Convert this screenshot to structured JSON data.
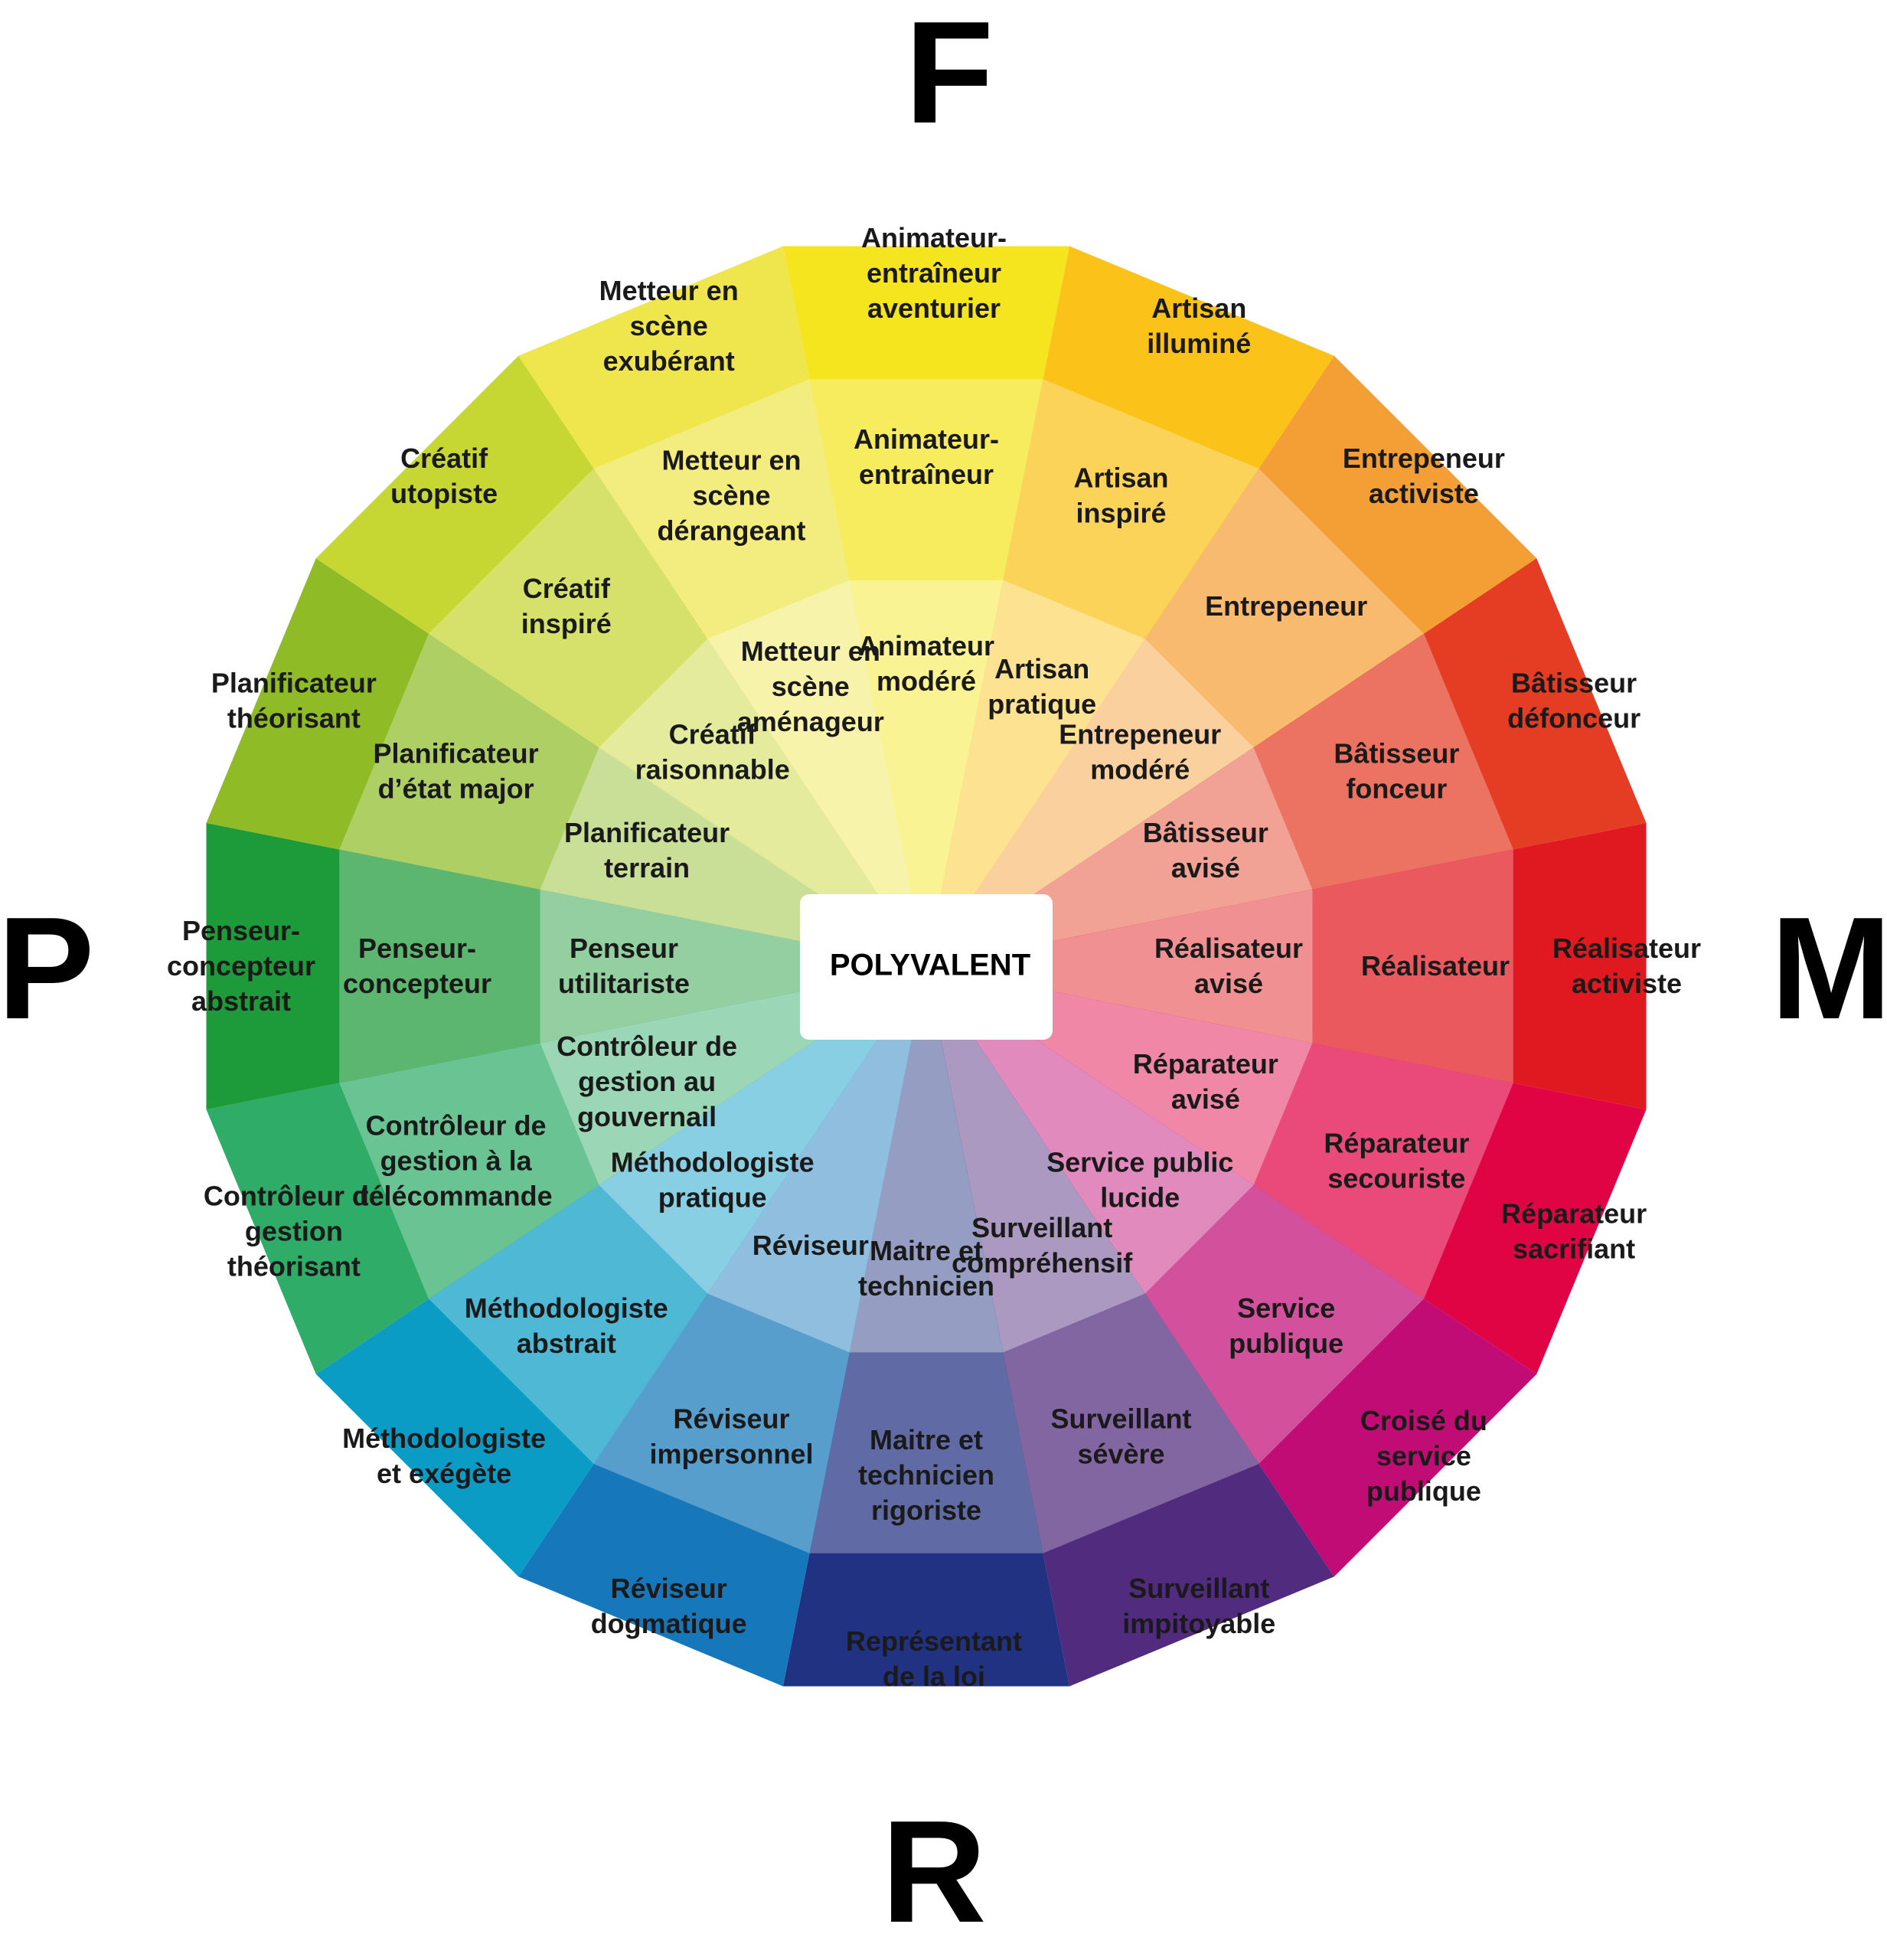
{
  "axes": {
    "top": "F",
    "right": "M",
    "bottom": "R",
    "left": "P"
  },
  "center": "POLYVALENT",
  "outer_colors": [
    "#f4e51e",
    "#fbc219",
    "#f49f35",
    "#e43d23",
    "#e0181f",
    "#e00445",
    "#c10c75",
    "#512b7d",
    "#223282",
    "#1678ba",
    "#0a9cc5",
    "#2fac67",
    "#1d9a39",
    "#8fbc26",
    "#c6d632",
    "#efe54d"
  ],
  "sectors": [
    {
      "outer": "Animateur- entraîneur aventurier",
      "middle": "Animateur- entraîneur",
      "inner": "Animateur modéré"
    },
    {
      "outer": "Artisan illuminé",
      "middle": "Artisan inspiré",
      "inner": "Artisan pratique"
    },
    {
      "outer": "Entrepeneur activiste",
      "middle": "Entrepeneur",
      "inner": "Entrepeneur modéré"
    },
    {
      "outer": "Bâtisseur défonceur",
      "middle": "Bâtisseur fonceur",
      "inner": "Bâtisseur avisé"
    },
    {
      "outer": "Réalisateur activiste",
      "middle": "Réalisateur",
      "inner": "Réalisateur avisé"
    },
    {
      "outer": "Réparateur sacrifiant",
      "middle": "Réparateur secouriste",
      "inner": "Réparateur avisé"
    },
    {
      "outer": "Croisé du service publique",
      "middle": "Service publique",
      "inner": "Service public lucide"
    },
    {
      "outer": "Surveillant impitoyable",
      "middle": "Surveillant sévère",
      "inner": "Surveillant compréhensif"
    },
    {
      "outer": "Représentant de la loi",
      "middle": "Maitre et technicien rigoriste",
      "inner": "Maitre et technicien"
    },
    {
      "outer": "Réviseur dogmatique",
      "middle": "Réviseur impersonnel",
      "inner": "Réviseur"
    },
    {
      "outer": "Méthodologiste et exégète",
      "middle": "Méthodologiste abstrait",
      "inner": "Méthodologiste pratique"
    },
    {
      "outer": "Contrôleur de gestion théorisant",
      "middle": "Contrôleur de gestion à la télécommande",
      "inner": "Contrôleur de gestion au gouvernail"
    },
    {
      "outer": "Penseur- concepteur abstrait",
      "middle": "Penseur- concepteur",
      "inner": "Penseur utilitariste"
    },
    {
      "outer": "Planificateur théorisant",
      "middle": "Planificateur d’état major",
      "inner": "Planificateur terrain"
    },
    {
      "outer": "Créatif utopiste",
      "middle": "Créatif inspiré",
      "inner": "Créatif raisonnable"
    },
    {
      "outer": "Metteur en scène exubérant",
      "middle": "Metteur en scène dérangeant",
      "inner": "Metteur en scène aménageur"
    }
  ]
}
